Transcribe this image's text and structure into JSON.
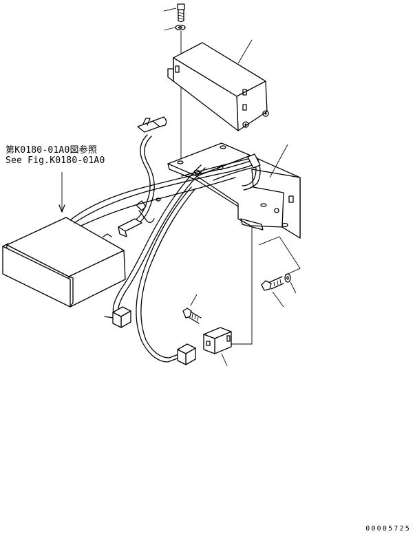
{
  "reference": {
    "japanese": "第K0180-01A0図参照",
    "english": "See Fig.K0180-01A0"
  },
  "drawing_number": "00005725"
}
